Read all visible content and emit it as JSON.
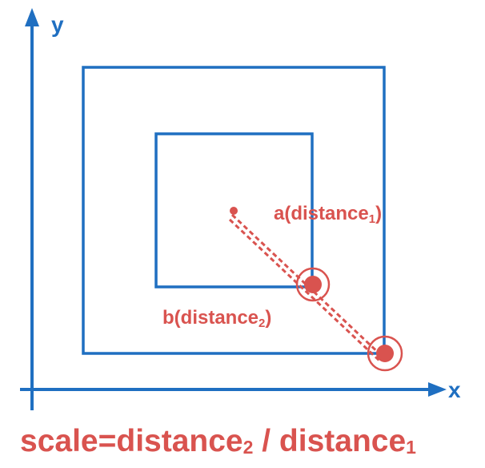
{
  "axes": {
    "x_label": "x",
    "y_label": "y"
  },
  "labels": {
    "a": {
      "prefix": "a(distance",
      "subscript": "1",
      "suffix": ")"
    },
    "b": {
      "prefix": "b(distance",
      "subscript": "2",
      "suffix": ")"
    }
  },
  "formula": {
    "part1": "scale=distance",
    "sub1": "2",
    "part2": " / distance",
    "sub2": "1"
  },
  "colors": {
    "blue": "#1f6fc1",
    "red": "#d9534f"
  }
}
